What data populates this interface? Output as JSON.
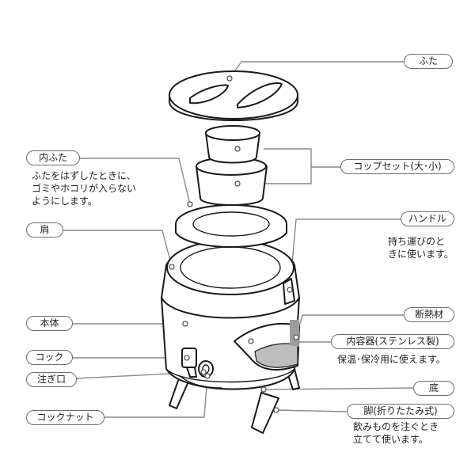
{
  "labels": {
    "futa": "ふた",
    "uchibuta": "内ふた",
    "uchibuta_desc": "ふたをはずしたときに、\nゴミやホコリが入らない\nようにします。",
    "cup_set": "コップセット(大･小)",
    "handle": "ハンドル",
    "handle_desc": "持ち運びのと\nきに使います。",
    "kata": "肩",
    "hontai": "本体",
    "dannetsuzai": "断熱材",
    "naiyouki": "内容器(ステンレス製)",
    "naiyouki_desc": "保温･保冷用に使えます。",
    "cock": "コック",
    "sosogiguchi": "注ぎ口",
    "soko": "底",
    "ashi": "脚(折りたたみ式)",
    "ashi_desc": "飲みものを注ぐとき\n立てて使います。",
    "cock_nut": "コックナット"
  }
}
